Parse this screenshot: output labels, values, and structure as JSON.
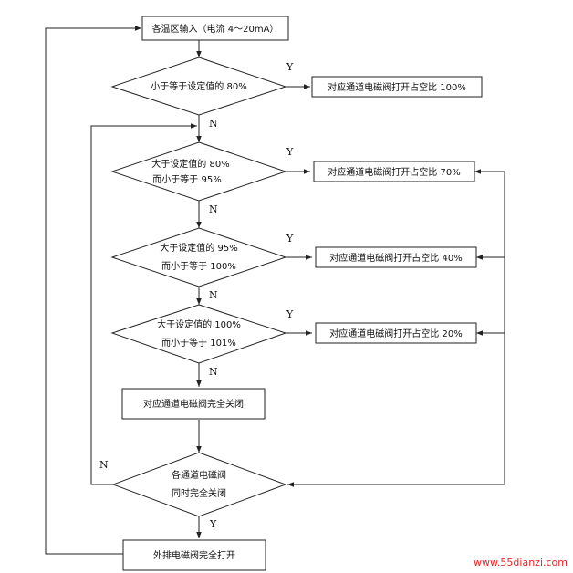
{
  "nodes": {
    "input": {
      "label": "各温区输入（电流 4～20mA）"
    },
    "d1": {
      "label": "小于等于设定值的 80%"
    },
    "r1": {
      "label": "对应通道电磁阀打开占空比 100%"
    },
    "d2": {
      "line1": "大于设定值的 80%",
      "line2": "而小于等于 95%"
    },
    "r2": {
      "label": "对应通道电磁阀打开占空比 70%"
    },
    "d3": {
      "line1": "大于设定值的 95%",
      "line2": "而小于等于 100%"
    },
    "r3": {
      "label": "对应通道电磁阀打开占空比 40%"
    },
    "d4": {
      "line1": "大于设定值的 100%",
      "line2": "而小于等于 101%"
    },
    "r4": {
      "label": "对应通道电磁阀打开占空比 20%"
    },
    "close_all": {
      "label": "对应通道电磁阀完全关闭"
    },
    "d5": {
      "line1": "各通道电磁阀",
      "line2": "同时完全关闭"
    },
    "exhaust": {
      "label": "外排电磁阀完全打开"
    }
  },
  "edge_labels": {
    "y1": "Y",
    "n1": "N",
    "y2": "Y",
    "n2": "N",
    "y3": "Y",
    "n3": "N",
    "y4": "Y",
    "n4": "N",
    "n5": "N",
    "y5": "Y"
  },
  "watermark": "www.55dianzi.com"
}
